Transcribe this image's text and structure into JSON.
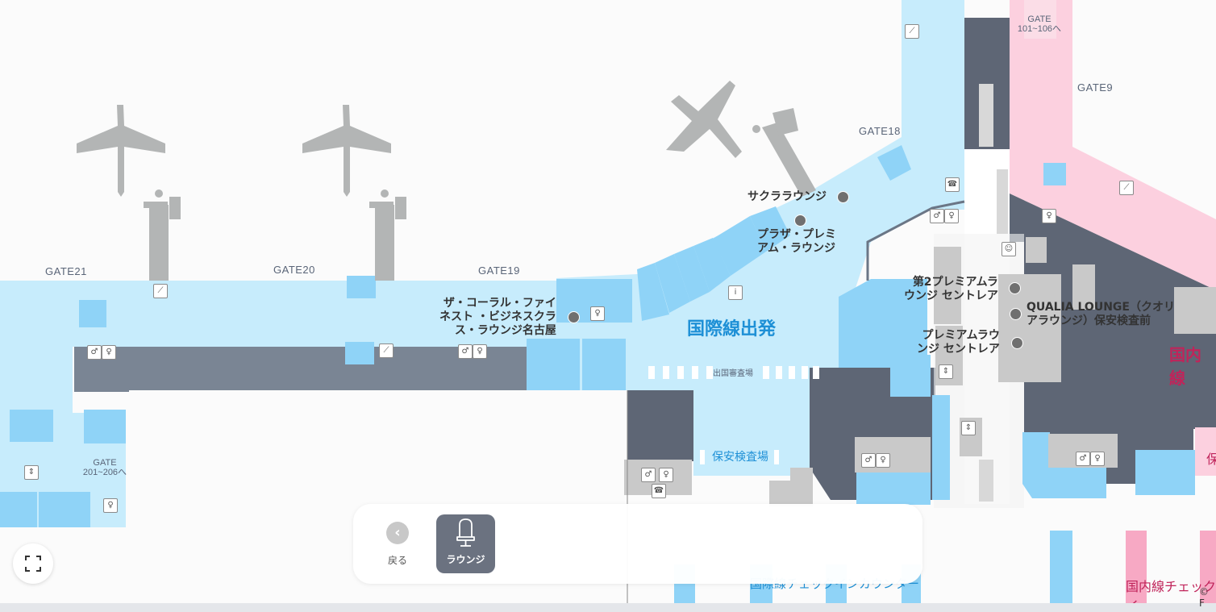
{
  "map": {
    "gates": {
      "gate21": "GATE21",
      "gate20": "GATE20",
      "gate19": "GATE19",
      "gate18": "GATE18",
      "gate9": "GATE9",
      "gate_101_106_line1": "GATE",
      "gate_101_106_line2": "101~106へ",
      "gate_201_206_line1": "GATE",
      "gate_201_206_line2": "201~206へ"
    },
    "lounges": {
      "sakura": "サクララウンジ",
      "plaza_line1": "プラザ・プレミ",
      "plaza_line2": "アム・ラウンジ",
      "coral_line1": "ザ・コーラル・ファイ",
      "coral_line2": "ネスト ・ビジネスクラ",
      "coral_line3": "ス・ラウンジ名古屋",
      "premium2_line1": "第2プレミアムラ",
      "premium2_line2": "ウンジ セントレア",
      "premium_line1": "プレミアムラウ",
      "premium_line2": "ンジ セントレア",
      "qualia_line1": "QUALIA LOUNGE（クオリ",
      "qualia_line2": "アラウンジ）保安検査前"
    },
    "zones": {
      "international_departure": "国際線出発",
      "immigration": "出国審査場",
      "security": "保安検査場",
      "domestic_partial": "国内線",
      "domestic_security_partial": "保",
      "international_checkin": "国際線チェックインカウンター",
      "domestic_checkin": "国内線チェックイ"
    },
    "copyright": "© F"
  },
  "controls": {
    "back_label": "戻る",
    "lounge_label": "ラウンジ"
  },
  "colors": {
    "international_area": "#c7ecfc",
    "international_blocks": "#8fd3f7",
    "domestic_area": "#fcd0df",
    "dark_area": "#5e6675",
    "building_gray": "#b8bbbb",
    "text_blue": "#1e90d6",
    "text_magenta": "#c0245a"
  }
}
